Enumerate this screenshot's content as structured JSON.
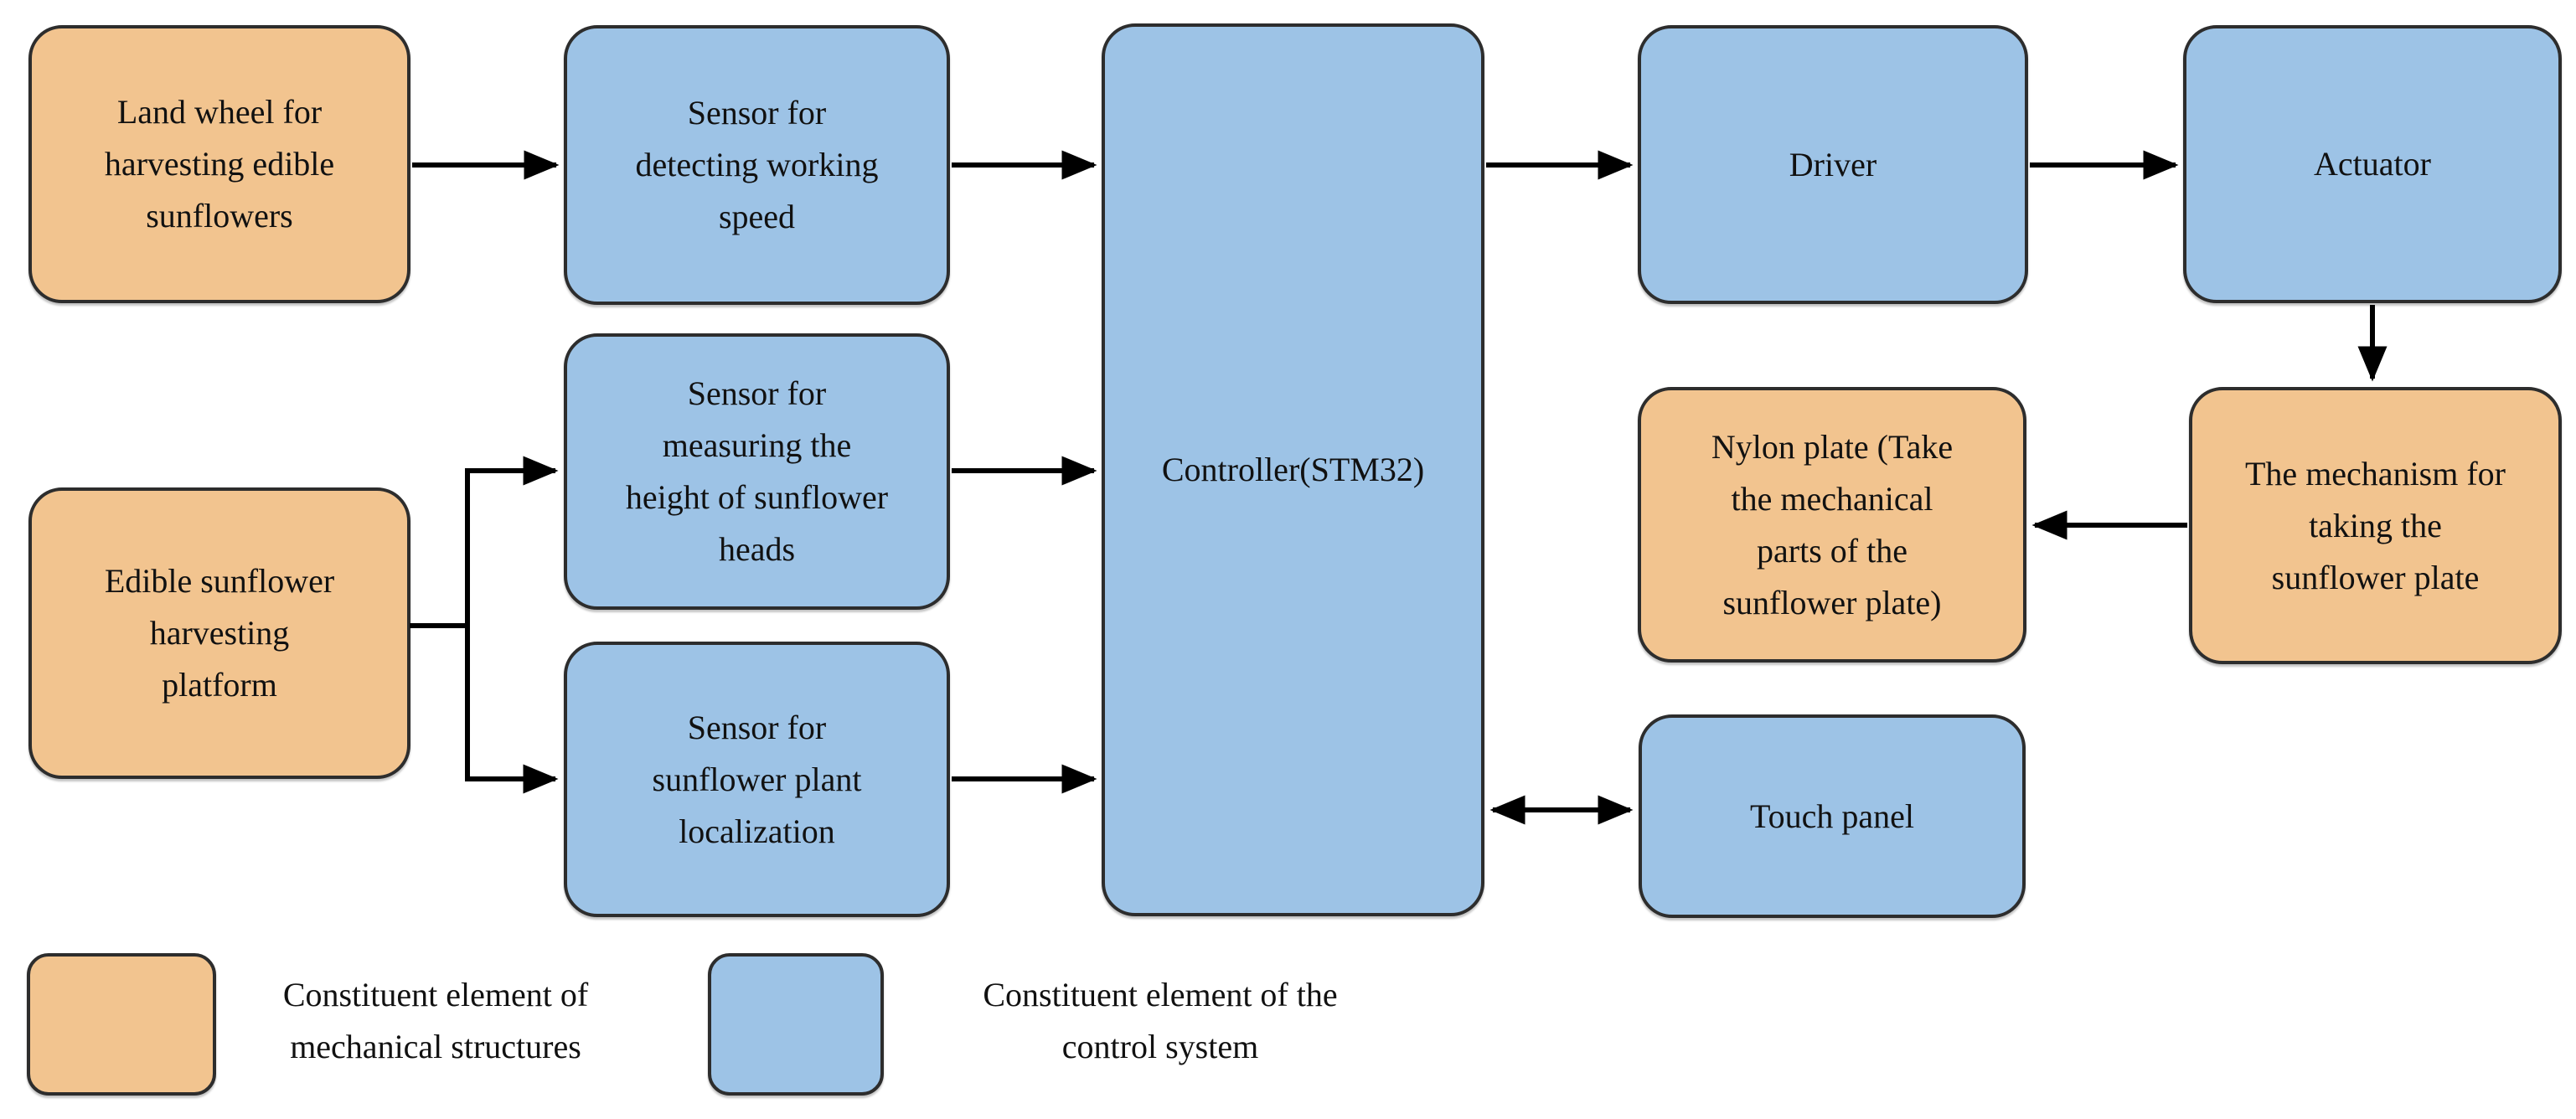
{
  "diagram": {
    "kind": "block-diagram",
    "nodes": {
      "land_wheel": {
        "label": "Land wheel for\nharvesting edible\nsunflowers",
        "category": "mechanical"
      },
      "speed_sensor": {
        "label": "Sensor for\ndetecting working\nspeed",
        "category": "control"
      },
      "height_sensor": {
        "label": "Sensor for\nmeasuring the\nheight of sunflower\nheads",
        "category": "control"
      },
      "platform": {
        "label": "Edible sunflower\nharvesting\nplatform",
        "category": "mechanical"
      },
      "localization_sensor": {
        "label": "Sensor for\nsunflower plant\nlocalization",
        "category": "control"
      },
      "controller": {
        "label": "Controller(STM32)",
        "category": "control"
      },
      "driver": {
        "label": "Driver",
        "category": "control"
      },
      "actuator": {
        "label": "Actuator",
        "category": "control"
      },
      "nylon_plate": {
        "label": "Nylon plate (Take\nthe mechanical\nparts of the\nsunflower plate)",
        "category": "mechanical"
      },
      "mechanism": {
        "label": "The mechanism for\ntaking the\nsunflower plate",
        "category": "mechanical"
      },
      "touch_panel": {
        "label": "Touch panel",
        "category": "control"
      }
    },
    "edges": [
      {
        "from": "land_wheel",
        "to": "speed_sensor",
        "arrow": "single"
      },
      {
        "from": "speed_sensor",
        "to": "controller",
        "arrow": "single"
      },
      {
        "from": "controller",
        "to": "driver",
        "arrow": "single"
      },
      {
        "from": "driver",
        "to": "actuator",
        "arrow": "single"
      },
      {
        "from": "actuator",
        "to": "mechanism",
        "arrow": "single"
      },
      {
        "from": "mechanism",
        "to": "nylon_plate",
        "arrow": "single"
      },
      {
        "from": "platform",
        "to": "height_sensor",
        "arrow": "single"
      },
      {
        "from": "platform",
        "to": "localization_sensor",
        "arrow": "single"
      },
      {
        "from": "height_sensor",
        "to": "controller",
        "arrow": "single"
      },
      {
        "from": "localization_sensor",
        "to": "controller",
        "arrow": "single"
      },
      {
        "from": "controller",
        "to": "touch_panel",
        "arrow": "double"
      }
    ],
    "legend": {
      "items": [
        {
          "category": "mechanical",
          "label": "Constituent element of\nmechanical structures"
        },
        {
          "category": "control",
          "label": "Constituent element of the\ncontrol system"
        }
      ]
    },
    "colors": {
      "mechanical_fill": "#F2C48F",
      "control_fill": "#9DC3E6",
      "outline": "#2D2D2D",
      "arrow": "#000000",
      "background": "#FFFFFF",
      "text": "#111111"
    }
  }
}
